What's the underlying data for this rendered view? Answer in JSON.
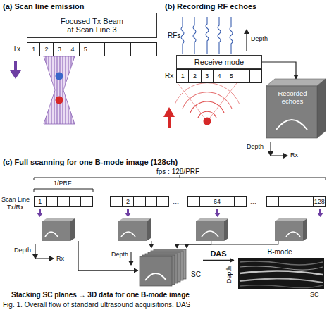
{
  "diagram": {
    "caption": "Fig. 1. Overall flow of standard ultrasound acquisitions. DAS",
    "nodes": [
      {
        "text": [
          "Focused Tx Beam at Scan Line 3"
        ]
      },
      {
        "text": [
          "1",
          "2",
          "3",
          "4",
          "5"
        ]
      },
      {
        "text": [
          "Receive mode"
        ]
      },
      {
        "text": [
          "1",
          "2",
          "3",
          "4",
          "5"
        ]
      },
      {
        "text": [
          "Recorded echoes"
        ]
      },
      {
        "text": [
          "1"
        ]
      },
      {
        "text": [
          "2"
        ]
      },
      {
        "text": [
          "64"
        ]
      },
      {
        "text": [
          "128"
        ]
      },
      {
        "text": [
          "SC"
        ]
      },
      {
        "text": [
          "B-mode"
        ]
      }
    ],
    "edges": [
      {
        "from": 2,
        "to": 4,
        "arrow": "to"
      },
      {
        "from": 5,
        "to": 9,
        "arrow": "to"
      },
      {
        "from": 6,
        "to": 9,
        "arrow": "to"
      },
      {
        "from": 7,
        "to": 9,
        "arrow": "to"
      },
      {
        "from": 8,
        "to": 9,
        "arrow": "to"
      },
      {
        "from": 9,
        "to": 10,
        "label": "DAS",
        "arrow": "to"
      }
    ],
    "labels": [
      "(a) Scan line emission",
      "Tx",
      "(b) Recording RF echoes",
      "RFs",
      "Depth",
      "Rx",
      "Depth",
      "Rx",
      "(c) Full scanning for one B-mode image (128ch)",
      "fps : 128/PRF",
      "1/PRF",
      "Scan Line",
      "Tx/Rx",
      "...",
      "...",
      "Depth",
      "Rx",
      "Depth",
      "Depth",
      "SC",
      "Stacking SC planes → 3D data for one B-mode image"
    ]
  }
}
